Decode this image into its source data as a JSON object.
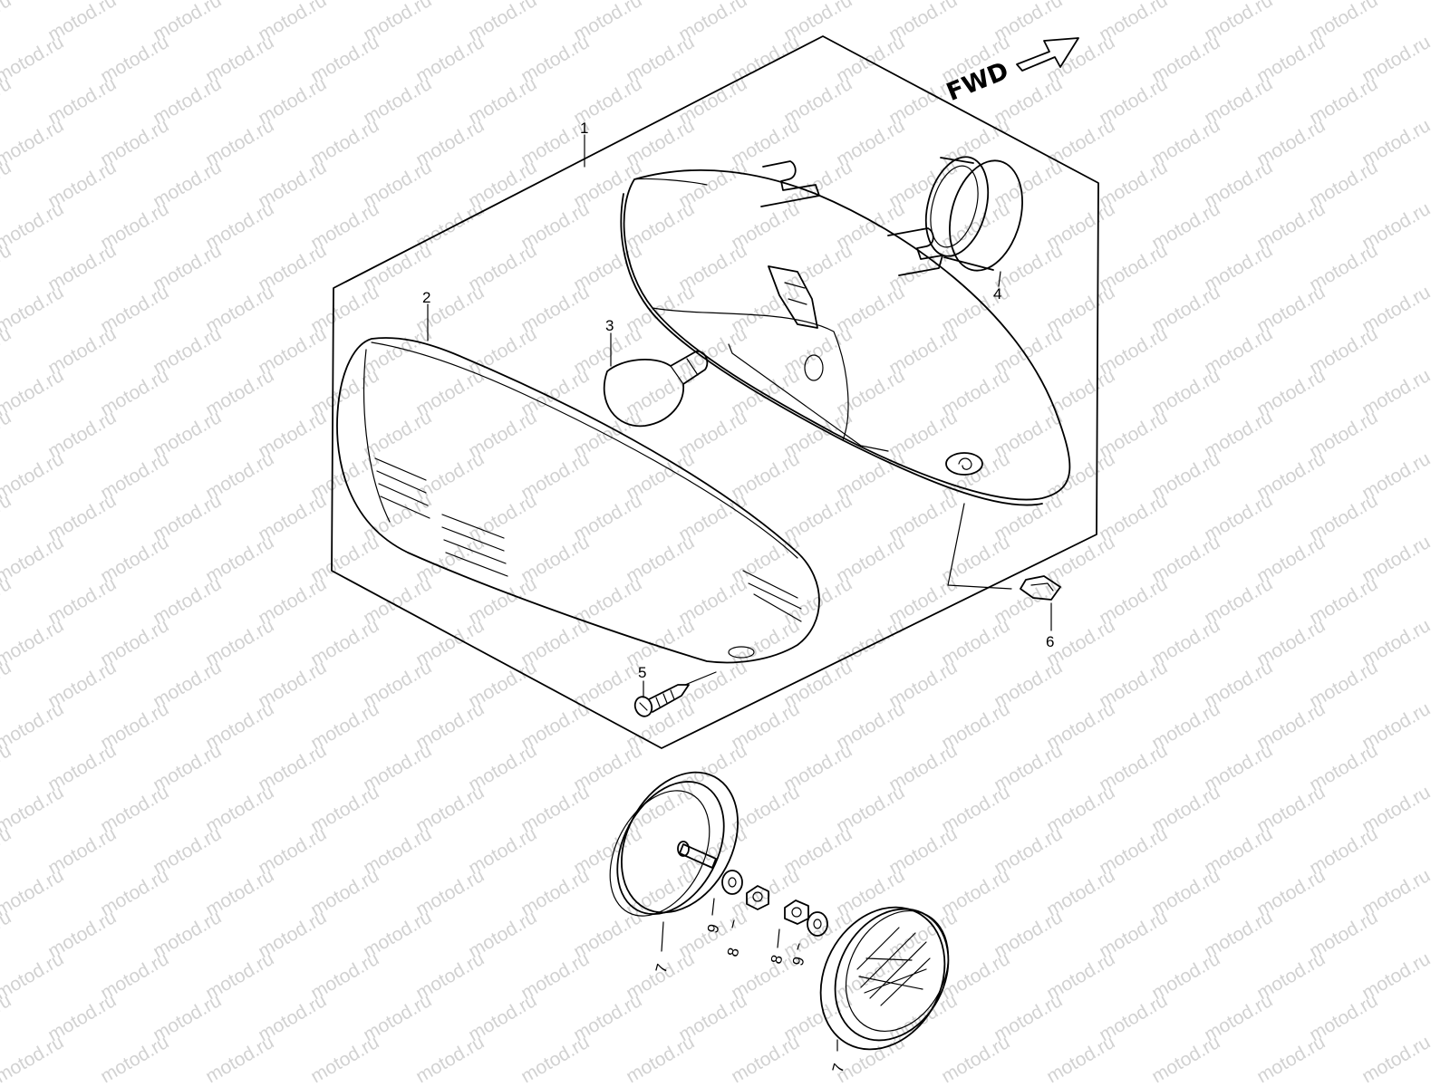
{
  "watermark": "motod.ru",
  "direction_label": "FWD",
  "callouts": {
    "c1": "1",
    "c2": "2",
    "c3": "3",
    "c4": "4",
    "c5": "5",
    "c6": "6",
    "c7a": "7",
    "c7b": "7",
    "c8a": "8",
    "c8b": "8",
    "c9a": "9",
    "c9b": "9"
  },
  "colors": {
    "line": "#000000",
    "watermark": "#d2d2d2",
    "background": "#ffffff"
  }
}
